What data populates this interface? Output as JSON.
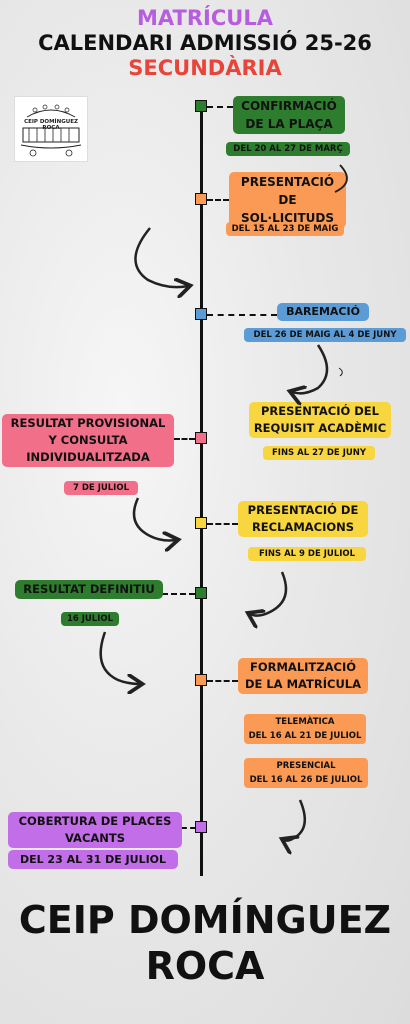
{
  "header": {
    "line1": "MATRÍCULA",
    "line2": "CALENDARI ADMISSIÓ 25-26",
    "line3": "SECUNDÀRIA"
  },
  "logo": {
    "text": "CEIP DOMÍNGUEZ ROCA"
  },
  "events": [
    {
      "title": "CONFIRMACIÓ DE LA PLAÇA",
      "date": "DEL 20 AL 27 DE MARÇ",
      "color": "#2e7d2e"
    },
    {
      "title": "PRESENTACIÓ DE SOL·LICITUDS",
      "date": "DEL 15 AL 23 DE MAIG",
      "color": "#fb9a55"
    },
    {
      "title": "BAREMACIÓ",
      "date": "DEL 26 DE MAIG AL 4 DE JUNY",
      "color": "#5b9bd6"
    },
    {
      "title": "PRESENTACIÓ DEL REQUISIT ACADÈMIC",
      "date": "FINS AL 27 DE JUNY",
      "color": "#f8d640"
    },
    {
      "title": "RESULTAT PROVISIONAL Y CONSULTA INDIVIDUALITZADA",
      "date": "7 DE JULIOL",
      "color": "#f16f88"
    },
    {
      "title": "PRESENTACIÓ DE RECLAMACIONS",
      "date": "FINS AL 9 DE JULIOL",
      "color": "#f8d640"
    },
    {
      "title": "RESULTAT DEFINITIU",
      "date": "16 JULIOL",
      "color": "#2e7d2e"
    },
    {
      "title": "FORMALITZACIÓ DE LA MATRÍCULA",
      "date_telematica": "TELEMÀTICA DEL 16 AL 21 DE JULIOL",
      "date_presencial": "PRESENCIAL DEL 16 AL 26 DE JULIOL",
      "color": "#fb9a55"
    },
    {
      "title": "COBERTURA DE PLACES VACANTS",
      "date": "DEL 23 AL 31 DE JULIOL",
      "color": "#c26ee8"
    }
  ],
  "lines": {
    "e0_title_a": "CONFIRMACIÓ",
    "e0_title_b": "DE LA PLAÇA",
    "e1_title_a": "PRESENTACIÓ",
    "e1_title_b": "DE SOL·LICITUDS",
    "e3_title_a": "PRESENTACIÓ DEL",
    "e3_title_b": "REQUISIT ACADÈMIC",
    "e4_title_a": "RESULTAT PROVISIONAL",
    "e4_title_b": "Y CONSULTA",
    "e4_title_c": "INDIVIDUALITZADA",
    "e5_title_a": "PRESENTACIÓ DE",
    "e5_title_b": "RECLAMACIONS",
    "e7_title_a": "FORMALITZACIÓ",
    "e7_title_b": "DE LA MATRÍCULA",
    "e7_tel_a": "TELEMÀTICA",
    "e7_tel_b": "DEL 16 AL 21 DE JULIOL",
    "e7_pre_a": "PRESENCIAL",
    "e7_pre_b": "DEL 16 AL 26 DE JULIOL",
    "e8_title_a": "COBERTURA DE PLACES",
    "e8_title_b": "VACANTS",
    "e8_date": "DEL 23 AL 31 DE JULIOL"
  },
  "footer": {
    "line1": "CEIP DOMÍNGUEZ",
    "line2": "ROCA"
  }
}
